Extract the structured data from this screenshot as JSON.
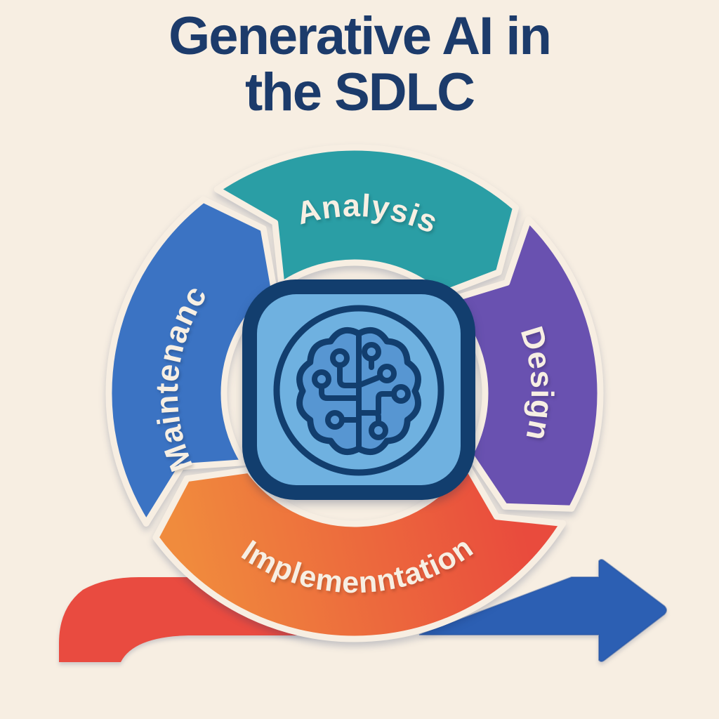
{
  "background_color": "#F7EEE2",
  "title": {
    "line1": "Generative AI in",
    "line2": "the SDLC",
    "color": "#1C3B6B"
  },
  "cycle": {
    "segments": [
      {
        "id": "analysis",
        "label": "Analysis",
        "color": "#2A9EA5"
      },
      {
        "id": "design",
        "label": "Design",
        "color": "#6951B0"
      },
      {
        "id": "implementation",
        "label": "Implemenntation",
        "color_start": "#F08B3D",
        "color_end": "#E94B3D"
      },
      {
        "id": "maintenance",
        "label": "Maintenanc",
        "color": "#3B73C3"
      }
    ],
    "label_color": "#F7EFE3",
    "center_icon": {
      "name": "ai-brain-icon",
      "square_color": "#123E6E",
      "fill_color": "#6FB1E0",
      "brain_color": "#5796D2"
    }
  },
  "flow_arrow": {
    "head_color": "#2C5FB3",
    "tail_color": "#E94B40"
  }
}
